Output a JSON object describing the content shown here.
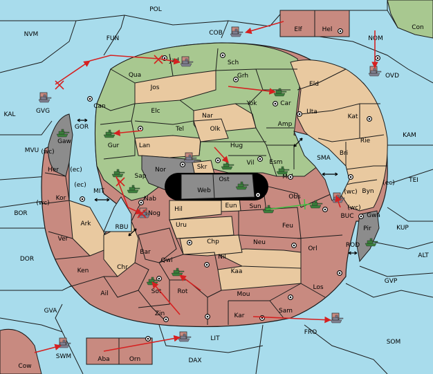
{
  "colors": {
    "sea": "#a8dcec",
    "coast_green": "#a8c890",
    "coast_tan": "#e9c9a0",
    "coast_rose": "#c88a80",
    "dark_gray": "#8c8c8c",
    "black": "#000000",
    "order_red": "#d62020",
    "order_green": "#40c040",
    "unit_green": "#3b7f3b",
    "unit_gray": "#7f7f8f",
    "border": "#1a1a1a"
  },
  "sea_labels": [
    "POL",
    "NVM",
    "FUN",
    "COB",
    "NOM",
    "Con",
    "OVD",
    "KAL",
    "GVG",
    "KAM",
    "MVU",
    "GOR",
    "MIT",
    "SMA",
    "TEI",
    "BOR",
    "DOR",
    "RBU",
    "BUC",
    "KUP",
    "ALT",
    "ROD",
    "GVP",
    "GVA",
    "FRO",
    "SOM",
    "SWM",
    "LIT",
    "Cow",
    "DAX"
  ],
  "land_labels": [
    "Elf",
    "Hel",
    "Jad",
    "Sch",
    "Qua",
    "Grh",
    "Eld",
    "Jos",
    "Can",
    "Car",
    "Yok",
    "Elc",
    "Nar",
    "Uta",
    "Kat",
    "Amp",
    "Tel",
    "Olk",
    "Gaw",
    "Gur",
    "Lan",
    "Hug",
    "Bri",
    "Rie",
    "Esm",
    "Her",
    "Nor",
    "Skr",
    "Vil",
    "Sap",
    "Ost",
    "Mel",
    "Web",
    "Byn",
    "Kor",
    "Nab",
    "Eun",
    "Sun",
    "Obs",
    "Gwa",
    "Hil",
    "Nog",
    "Ark",
    "Uru",
    "Feu",
    "Pir",
    "Chp",
    "Neu",
    "Ver",
    "Bar",
    "Qwi",
    "Orl",
    "Nil",
    "Ken",
    "Chr",
    "Kaa",
    "Ail",
    "Rot",
    "Sot",
    "Los",
    "Mou",
    "Zin",
    "Kar",
    "Sam",
    "Aba",
    "Orn"
  ],
  "coast_tags": [
    "(wc)",
    "(ec)",
    "(ec)",
    "(wc)",
    "(wc)",
    "(ec)",
    "(wc)"
  ],
  "units": [
    {
      "type": "fleet",
      "color": "gray",
      "at": "COB"
    },
    {
      "type": "fleet",
      "color": "gray",
      "at": "GVG"
    },
    {
      "type": "fleet",
      "color": "gray",
      "at": "Jad"
    },
    {
      "type": "fleet",
      "color": "gray",
      "at": "OVD"
    },
    {
      "type": "fleet",
      "color": "green",
      "at": "Car"
    },
    {
      "type": "fleet",
      "color": "green",
      "at": "Gaw"
    },
    {
      "type": "fleet",
      "color": "green",
      "at": "Gur"
    },
    {
      "type": "fleet",
      "color": "green",
      "at": "Vil"
    },
    {
      "type": "fleet",
      "color": "green",
      "at": "Esm"
    },
    {
      "type": "fleet",
      "color": "green",
      "at": "Sap"
    },
    {
      "type": "fleet",
      "color": "green",
      "at": "Nab"
    },
    {
      "type": "fleet",
      "color": "gray",
      "at": "Nor"
    },
    {
      "type": "fleet",
      "color": "green",
      "at": "Web"
    },
    {
      "type": "fleet",
      "color": "green",
      "at": "Sun"
    },
    {
      "type": "fleet",
      "color": "green",
      "at": "Obs"
    },
    {
      "type": "fleet",
      "color": "gray",
      "at": "BUC"
    },
    {
      "type": "fleet",
      "color": "green",
      "at": "Pir"
    },
    {
      "type": "fleet",
      "color": "gray",
      "at": "Nog"
    },
    {
      "type": "fleet",
      "color": "green",
      "at": "Sot"
    },
    {
      "type": "fleet",
      "color": "green",
      "at": "Rot"
    },
    {
      "type": "fleet",
      "color": "gray",
      "at": "FRO"
    },
    {
      "type": "fleet",
      "color": "gray",
      "at": "SWM"
    },
    {
      "type": "fleet",
      "color": "gray",
      "at": "LIT"
    }
  ]
}
